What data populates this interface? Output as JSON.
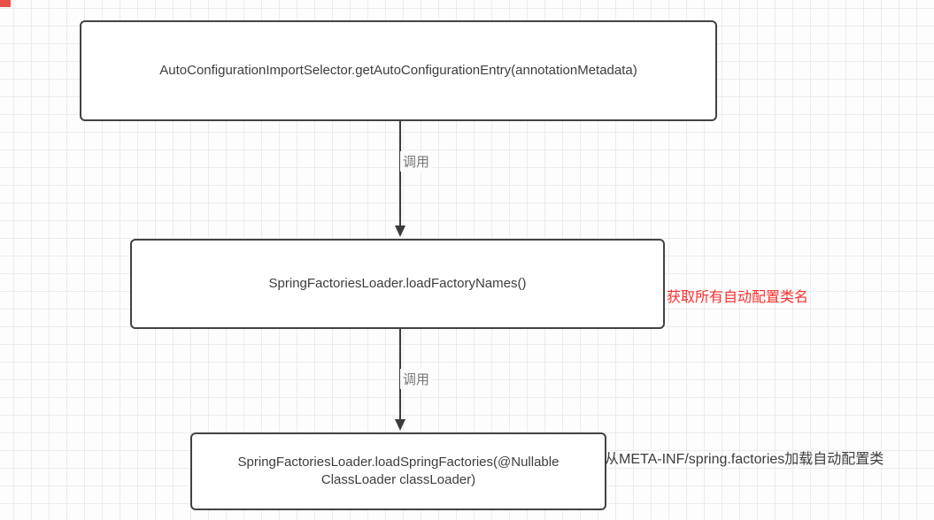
{
  "diagram": {
    "title_hint": "Spring Boot auto-configuration loading call flow",
    "marker_color": "#e8504a",
    "nodes": [
      {
        "id": "node-1",
        "label": "AutoConfigurationImportSelector.getAutoConfigurationEntry(annotationMetadata)"
      },
      {
        "id": "node-2",
        "label": "SpringFactoriesLoader.loadFactoryNames()"
      },
      {
        "id": "node-3",
        "label": "SpringFactoriesLoader.loadSpringFactories(@Nullable ClassLoader classLoader)"
      }
    ],
    "edges": [
      {
        "from": "node-1",
        "to": "node-2",
        "label": "调用"
      },
      {
        "from": "node-2",
        "to": "node-3",
        "label": "调用"
      }
    ],
    "annotations": [
      {
        "text": "获取所有自动配置类名",
        "color": "#fd2f2f",
        "target": "node-2"
      },
      {
        "text": "从META-INF/spring.factories加载自动配置类",
        "color": "#3d3d3d",
        "target": "node-3"
      }
    ]
  }
}
